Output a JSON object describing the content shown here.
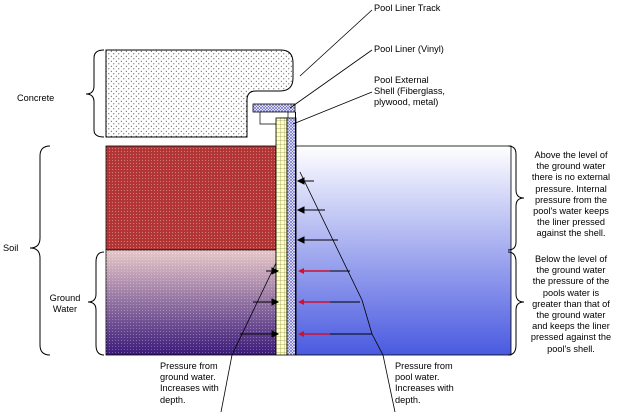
{
  "labels": {
    "concrete": "Concrete",
    "soil": "Soil",
    "ground_water": "Ground\nWater",
    "pool_liner_track": "Pool Liner Track",
    "pool_liner_vinyl": "Pool Liner (Vinyl)",
    "pool_external_shell": "Pool External\nShell (Fiberglass,\nplywood, metal)",
    "above_ground_water_note": "Above the level of\nthe ground water\nthere is no external\npressure. Internal\npressure from the\npool's water keeps\nthe liner pressed\nagainst the shell.",
    "below_ground_water_note": "Below the level of\nthe ground water\nthe pressure of the\npools water is\ngreater than that of\nthe ground water\nand keeps the liner\npressed against the\npool's shell.",
    "pressure_ground_water": "Pressure from\nground water.\nIncreases with\ndepth.",
    "pressure_pool_water": "Pressure from\npool water.\nIncreases with\ndepth."
  },
  "colors": {
    "soil_fill": "#b23434",
    "groundwater_top": "#e8c8c8",
    "groundwater_bottom": "#3a1a7a",
    "pool_water_top": "#ffffff",
    "pool_water_bottom": "#4a5ae0",
    "liner_track": "#ffffc8",
    "outer_shell": "#6c6cc8",
    "red_arrow": "#d01030",
    "black_arrow": "#000000"
  },
  "icons": {
    "left_arrows": "arrow-right",
    "right_arrows": "arrow-left"
  }
}
